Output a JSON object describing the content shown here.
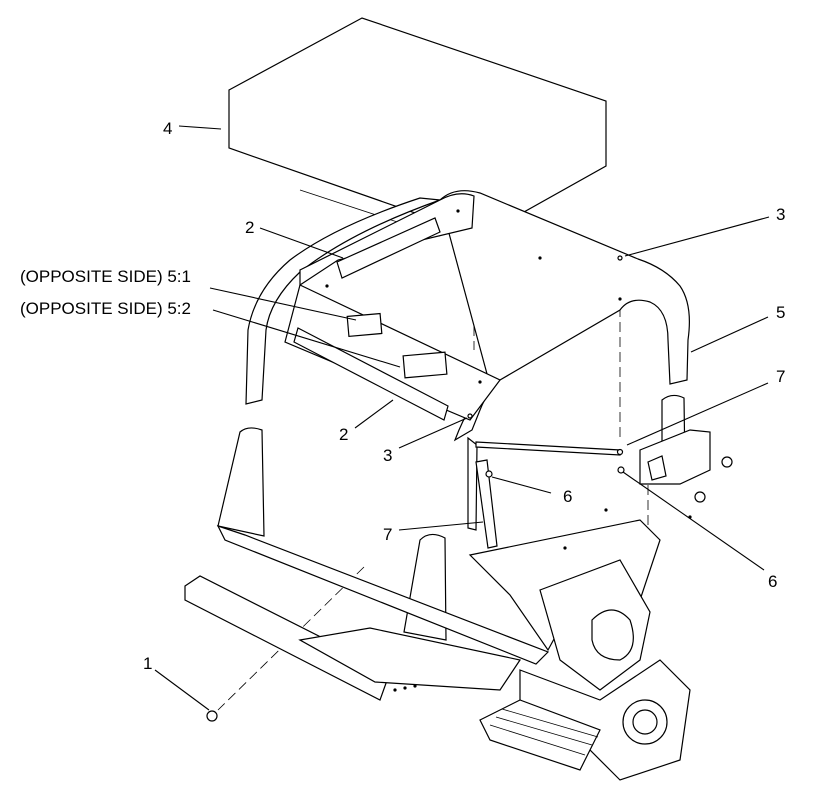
{
  "callouts": [
    {
      "id": "c4",
      "text": "4"
    },
    {
      "id": "c2a",
      "text": "2"
    },
    {
      "id": "c51",
      "text": "(OPPOSITE SIDE) 5:1"
    },
    {
      "id": "c52",
      "text": "(OPPOSITE SIDE) 5:2"
    },
    {
      "id": "c2b",
      "text": "2"
    },
    {
      "id": "c3a",
      "text": "3"
    },
    {
      "id": "c3b",
      "text": "3"
    },
    {
      "id": "c5",
      "text": "5"
    },
    {
      "id": "c7a",
      "text": "7"
    },
    {
      "id": "c6a",
      "text": "6"
    },
    {
      "id": "c7b",
      "text": "7"
    },
    {
      "id": "c6b",
      "text": "6"
    },
    {
      "id": "c1",
      "text": "1"
    }
  ]
}
